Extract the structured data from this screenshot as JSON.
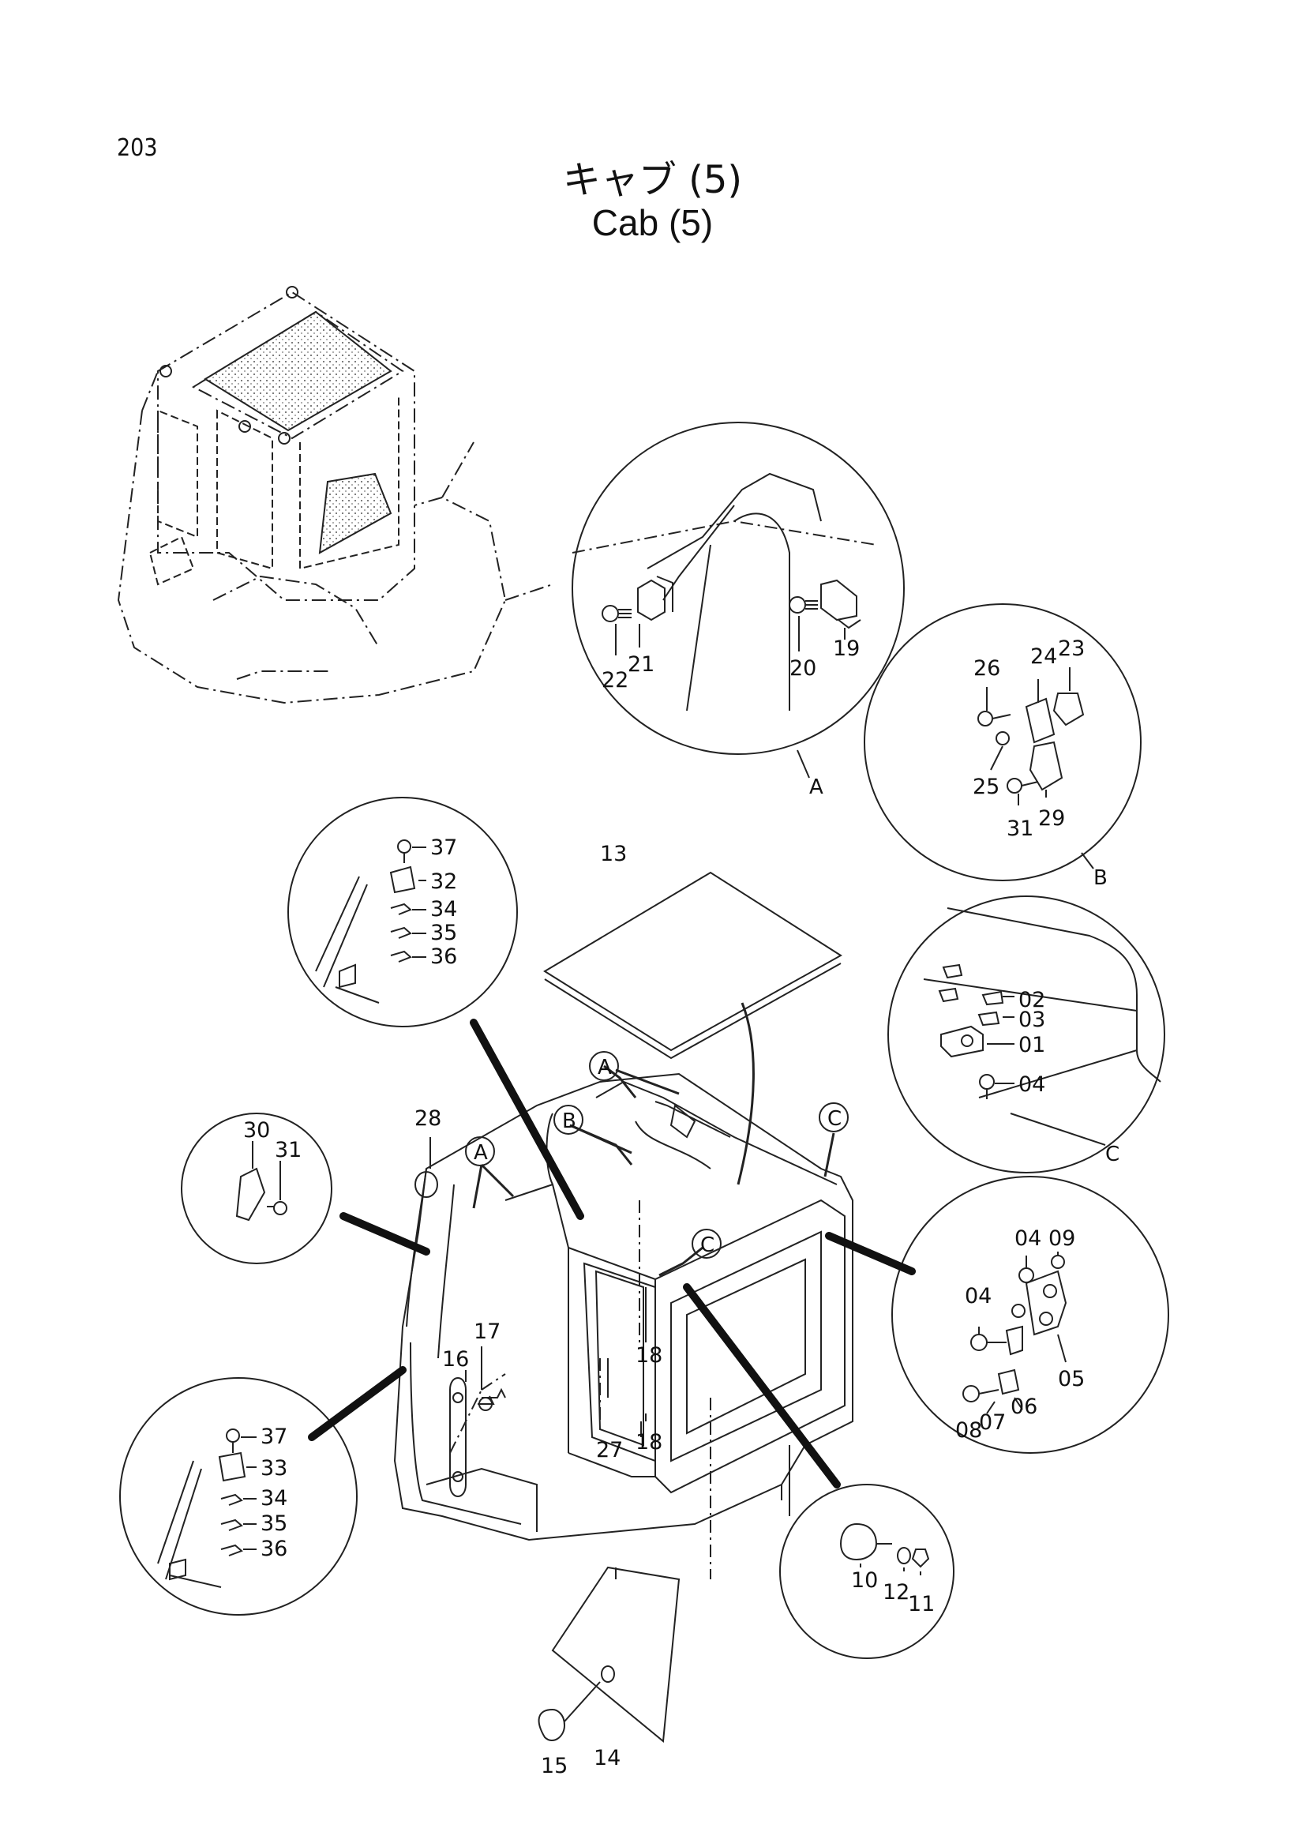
{
  "page_number": "203",
  "title_jp": "キャブ (5)",
  "title_en": "Cab (5)",
  "detail_markers": [
    "A",
    "B",
    "C"
  ],
  "labels": {
    "p01": "01",
    "p02": "02",
    "p03": "03",
    "p04": "04",
    "p05": "05",
    "p06": "06",
    "p07": "07",
    "p08": "08",
    "p09": "09",
    "p10": "10",
    "p11": "11",
    "p12": "12",
    "p13": "13",
    "p14": "14",
    "p15": "15",
    "p16": "16",
    "p17": "17",
    "p18": "18",
    "p19": "19",
    "p20": "20",
    "p21": "21",
    "p22": "22",
    "p23": "23",
    "p24": "24",
    "p25": "25",
    "p26": "26",
    "p27": "27",
    "p28": "28",
    "p29": "29",
    "p30": "30",
    "p31": "31",
    "p32": "32",
    "p33": "33",
    "p34": "34",
    "p35": "35",
    "p36": "36",
    "p37": "37"
  }
}
